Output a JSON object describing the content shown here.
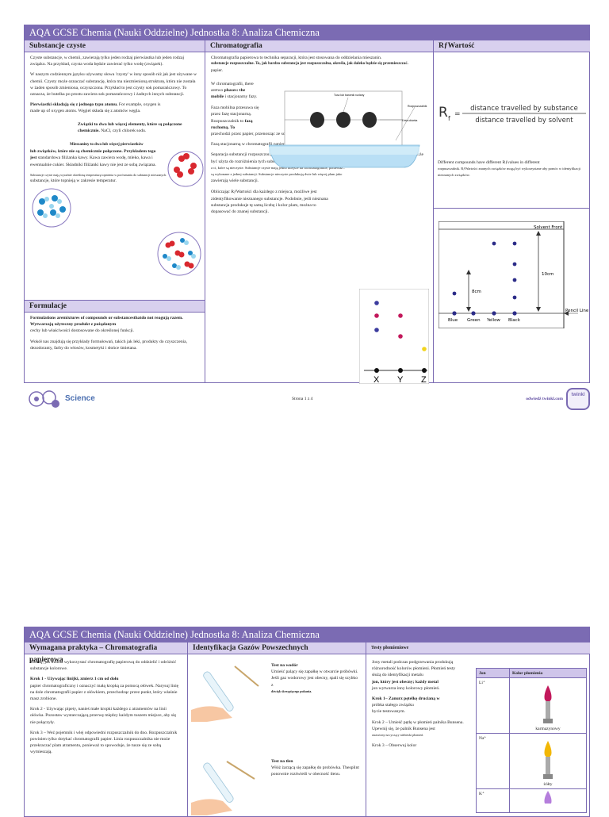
{
  "page1": {
    "title": "AQA GCSE Chemia (Nauki Oddzielne) Jednostka 8: Analiza Chemiczna",
    "pure": {
      "heading": "Substancje czyste",
      "p1": "Czyste substancje, w chemii, zawierają tylko jeden rodzaj pierwiastka lub jeden rodzaj związku. Na przykład, czysta woda będzie zawierać tylko wodę (związek).",
      "p2": "W naszym codziennym języku używamy słowa 'czysty' w inny sposób niż jak jest używane w chemii. Czysty może oznaczać substancję, która ma niezmienioną strukturę, która nie została w żaden sposób zmieniona, oczyszczona. Przykład to jest czysty sok pomarańczowy. To oznacza, że butelka po prostu zawiera sok pomarańczowy i żadnych innych substancji.",
      "elements_bold": "Pierwiastki składają się z jednego typu atomu.",
      "elements_text": "For example, oxygen is made up of oxygen atoms. Węgiel składa się z atomów węgla.",
      "compounds_bold": "Związki to dwa lub więcej elementy, które są połączone chemicznie.",
      "compounds_text": "NaCl, czyli chlorek sodu.",
      "mixtures_small": "Mieszaniny to dwa lub więcej pierwiastków",
      "mixtures_bold": "lub związków, które nie są chemicznie połączone. Przykładem tego jest",
      "mixtures_text": "standardowa filiżanka kawy. Kawa zawiera wodę, mleko, kawa i ewentualnie cukier. Składniki filiżanki kawy nie jest ze sobą związana.",
      "small_note": "Substancje czyste mają wyraźnie określoną temperaturę topnienia w porównaniu do substancji mieszanych.",
      "last": "substancje, które topnieją w zakresie temperatur."
    },
    "form": {
      "heading": "Formulacje",
      "bold": "Formulations aremixtures of compounds or substancesthatdo not reagują razem. Wytwarzają użyteczny produkt z pożądanym",
      "text1": "cechy lub właściwości dostosowane do określonej funkcji.",
      "text2": "Wokół nas znajdują się przykłady formułowań, takich jak leki, produkty do czyszczenia, dezodoranty, farby do włosów, kosmetyki i słońce śmietana."
    },
    "chrom": {
      "heading": "Chromatografia",
      "intro": "Chromatografia papierowa to technika separacji, która jest stosowana do oddzielania mieszanin.",
      "intro_bold": "substancje rozpuszczalne. To, jak bardzo substancja jest rozpuszczalna, określa, jak daleko będzie się przemieszczać.",
      "intro_end": "papier.",
      "diag_label1": "Tusz lub barwnik rozlany",
      "diag_label2": "Linia ołówka",
      "diag_label3": "Rozpuszczalnik",
      "two_phases_a": "W chromatografii, there aretwo",
      "two_phases_b": "phases: the mobile",
      "two_phases_c": "i stacjonarny fazy.",
      "mobile": "Faza mobilna przesuwa się przez fazę stacjonarną. Rozpuszczalnik to",
      "mobile_bold": "fazą ruchomą. To",
      "mobile_end": "przechodzi przez papier, przenosząc ze sobą różne substancje.",
      "stationary": "Fazą stacjonarną w chromatografii papierowej jest papier absorbujący.",
      "sep1": "Separacja substancji rozpuszczonych produkuje to, co nazywa się chromatogramem. Na papierze chromatografia, może być użyta do rozróżnienia tych substancji, które są czyste",
      "sep2": "a ci, które są nieczyste. Substancje czyste mają jedno miejsce na chromatogramie, ponieważ...",
      "sep3": "są wykonane z jednej substancji. Substancje nieczyste produkują dwie lub więcej plam jako",
      "sep4": "zawierają wiele substancji.",
      "rf_calc": "Obliczając RƒWartości dla każdego z miejsca, możliwe jest zidentyfikowanie nieznanego substancje. Podobnie, jeśli nieznana substancja produkuje tę samą liczbę i kolor plam, można to dopasować do znanej substancji.",
      "xyz": [
        "X",
        "Y",
        "Z"
      ]
    },
    "rf": {
      "heading": "RƒWartość",
      "formula_num": "distance travelled by substance",
      "formula_den": "distance travelled by solvent",
      "formula_lhs": "R",
      "formula_sub": "f",
      "text1": "Different compounds have different Rƒvalues in different",
      "text2": "rozpuszczalnik. RƒWartości znanych związków mogą być wykorzystane aby pomóc w identyfikacji nieznanych związków.",
      "solvent_front": "Solvent Front",
      "pencil_line": "Pencil Line",
      "d10": "10cm",
      "d8": "8cm",
      "samples": [
        "Blue",
        "Green",
        "Yellow",
        "Black"
      ]
    },
    "footer": {
      "science": "Science",
      "page": "Strona 1 z 4",
      "site": "odwiedź twinkl.com",
      "logo": "twinkl"
    }
  },
  "page2": {
    "title": "AQA GCSE Chemia (Nauki Oddzielne) Jednostka 8: Analiza Chemiczna",
    "practical": {
      "heading": "Wymagana praktyka – Chromatografia papierowa",
      "p1": "Zbadaj, jak można wykorzystać chromatografię papierową do oddzielić i odróżnić substancje kolorowe.",
      "step1_bold": "Krok 1 - Używając linijki, zmierz 1 cm od dołu",
      "step1": "papier chromatograficzny i oznaczyć małą kropką za pomocą ołówek. Narysuj linię na dole chromatografii papier z ołówkiem, przechodząc przez punkt, który właśnie masz zrobione.",
      "step2": "Krok 2 - Używając pipety, nanieś małe kropki każdego z atramentów na linii ołówka. Pozostaw wystarczającą przerwę między każdym tuszem miejsce, aby się nie połączyły.",
      "step3": "Krok 3 – Weź pojemnik i wlej odpowiedni rozpuszczalnik do dno. Rozpuszczalnik powinien tylko dotykać chromatografii papier. Linia rozpuszczalnika nie może przekraczać plam atramentu, ponieważ to spowoduje, że tusze się ze sobą wymieszają."
    },
    "gases": {
      "heading": "Identyfikacja Gazów Powszechnych",
      "h2_title": "Test na wodór",
      "h2_text": "Umieść palący się zapałkę w otwarcie próbówki. Jeśli gaz wodorowy jest obecny, spali się szybko z",
      "h2_small": "dźwięk skrzypiącego pukania.",
      "o2_title": "Test na tlen",
      "o2_text": "Włóż żarzącą się zapałkę do probówka. Thesplint ponownie rozświetli w obecność tlenu."
    },
    "flame": {
      "heading": "Testy płomieniowe",
      "p1": "Jony metali podczas podgrzewania produkują różnorodność kolorów płomieni. Płomień testy służą do identyfikacji metalu",
      "p1_bold": "jon, który jest obecny; każdy metal",
      "p1_end": "jon wytwarza inny kolorowy płomień.",
      "step1_bold": "Krok 1– Zanurz pętelkę drucianą w",
      "step1": "próbka stałego związku",
      "step1_end": "bycie testowanym.",
      "step2": "Krok 2 – Umieść pętlę w płomień palnika Bunsena. Upewnij się, że palnik Bunsena jest",
      "step2_small": "ustawiony na ryczący niebieski płomień.",
      "step3": "Krok 3 – Obserwuj kolor",
      "table_head": [
        "Jon",
        "Kolor płomienia"
      ],
      "rows": [
        {
          "ion": "Li⁺",
          "color_name": "karmazynowy",
          "flame": "#c2185b"
        },
        {
          "ion": "Na⁺",
          "color_name": "żółty",
          "flame": "#f2b705"
        },
        {
          "ion": "K⁺",
          "color_name": "",
          "flame": "#b57edc"
        }
      ]
    }
  }
}
